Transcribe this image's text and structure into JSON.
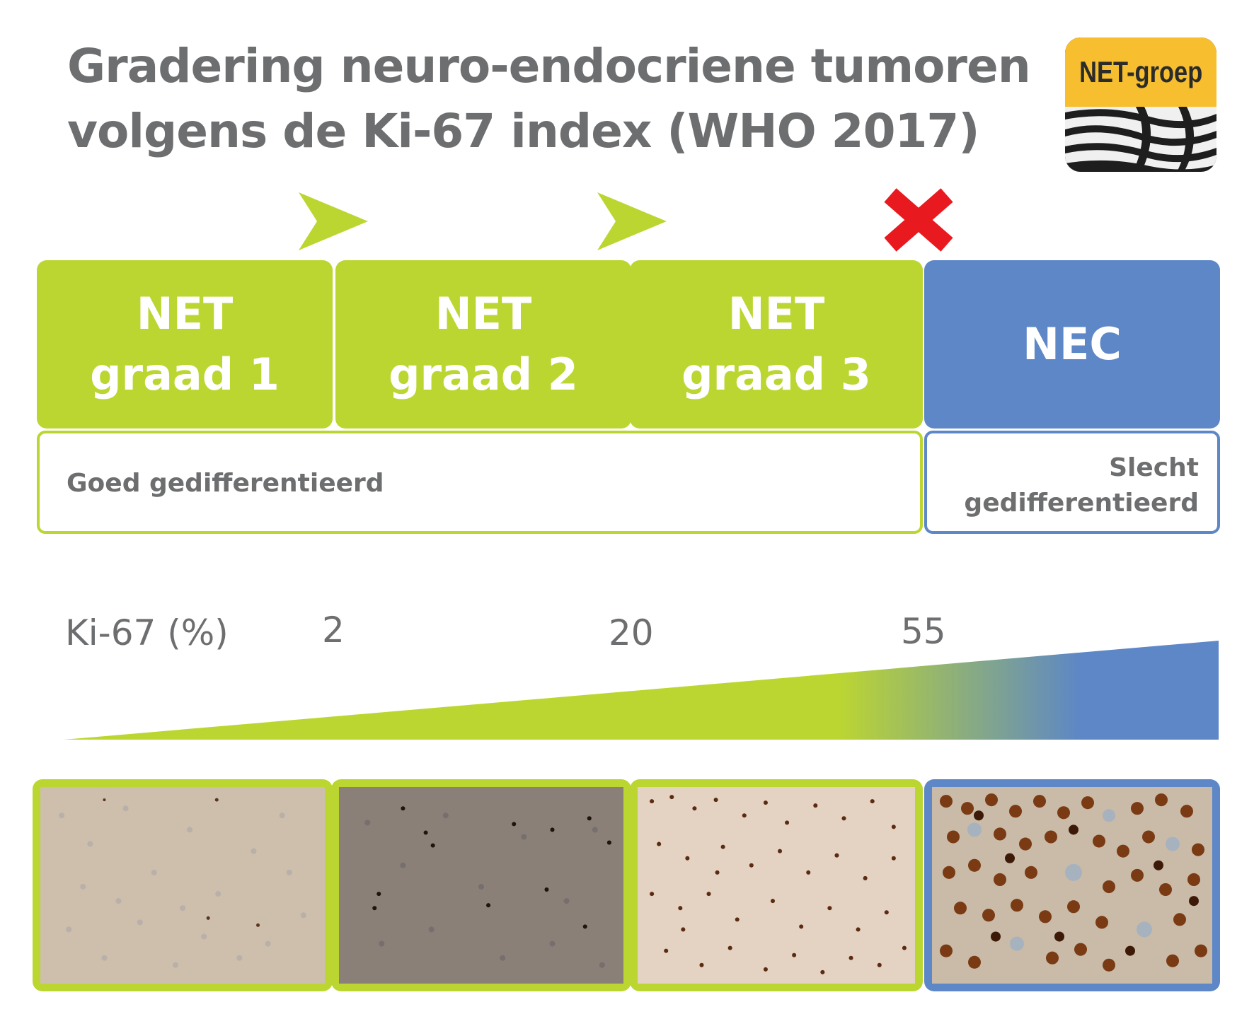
{
  "title": {
    "line1": "Gradering neuro-endocriene tumoren",
    "line2": "volgens de Ki-67 index (WHO 2017)"
  },
  "logo": {
    "text": "NET-groep",
    "icon": "zebra-stripes-image"
  },
  "markers": [
    "arrow-right-icon",
    "arrow-right-icon",
    "cross-icon"
  ],
  "boxes": [
    {
      "line1": "NET",
      "line2": "graad 1"
    },
    {
      "line1": "NET",
      "line2": "graad 2"
    },
    {
      "line1": "NET",
      "line2": "graad 3"
    },
    {
      "line1": "NEC",
      "line2": ""
    }
  ],
  "differentiation": {
    "good": "Goed gedifferentieerd",
    "poor_line1": "Slecht",
    "poor_line2": "gedifferentieerd"
  },
  "scale": {
    "label": "Ki-67 (%)",
    "ticks": [
      "2",
      "20",
      "55"
    ]
  },
  "colors": {
    "net_green": "#bcd631",
    "nec_blue": "#5d87c6",
    "text_gray": "#6d6e70",
    "cross_red": "#e8191f"
  },
  "photos": [
    "ki67-stain-grade1-image",
    "ki67-stain-grade2-image",
    "ki67-stain-grade3-image",
    "ki67-stain-nec-image"
  ]
}
